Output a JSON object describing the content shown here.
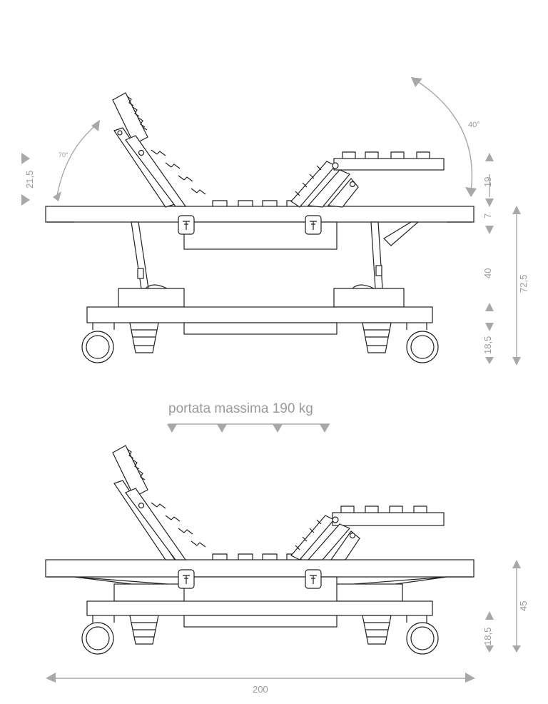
{
  "caption": "portata massima 190 kg",
  "top_view": {
    "angle_left": "70°",
    "angle_right": "40°",
    "dim_backrest": "21,5",
    "dim_leg": "19",
    "dim_frame": "7",
    "dim_lift": "40",
    "dim_base": "18,5",
    "dim_total": "72,5"
  },
  "bottom_view": {
    "dim_base": "18,5",
    "dim_total": "45",
    "dim_length": "200"
  },
  "colors": {
    "lines": "#222222",
    "dimensions": "#a8a8a8"
  }
}
